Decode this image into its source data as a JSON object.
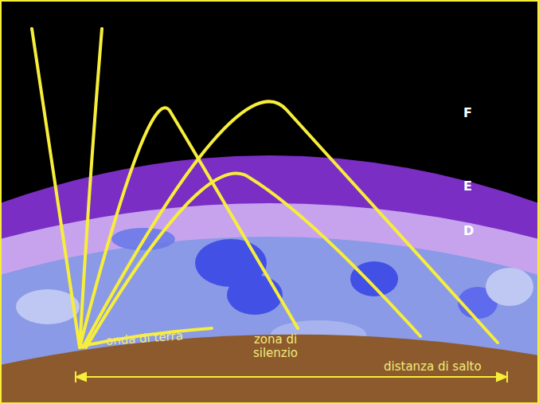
{
  "diagram": {
    "labels": [
      "F",
      "E",
      "D",
      "onda di terra",
      "zona di silenzio",
      "distanza di salto"
    ]
  }
}
